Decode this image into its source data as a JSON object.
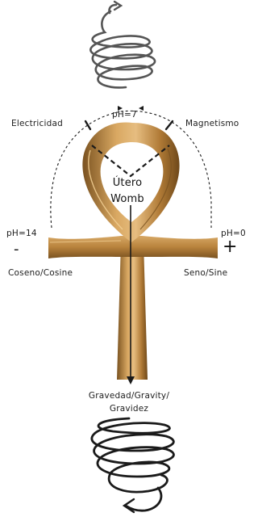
{
  "labels": {
    "ph_top": "pH=7",
    "electricity": "Electricidad",
    "magnetism": "Magnetismo",
    "womb_es": "Útero",
    "womb_en": "Womb",
    "ph_left": "pH=14",
    "ph_right": "pH=0",
    "minus": "-",
    "plus": "+",
    "cosine": "Coseno/Cosine",
    "sine": "Seno/Sine",
    "gravity_line1": "Gravedad/Gravity/",
    "gravity_line2": "Gravidez"
  },
  "colors": {
    "ankh_gold": "#b8823c",
    "ankh_highlight": "#e2b676",
    "ankh_shadow": "#7a5220",
    "ink": "#1a1a1a",
    "spiral_top": "#555555",
    "spiral_bottom": "#1a1a1a"
  },
  "icons": {
    "spiral_top": "upward-spiral-arrow",
    "spiral_bottom": "downward-spiral-arrow",
    "central_axis": "down-arrow"
  }
}
